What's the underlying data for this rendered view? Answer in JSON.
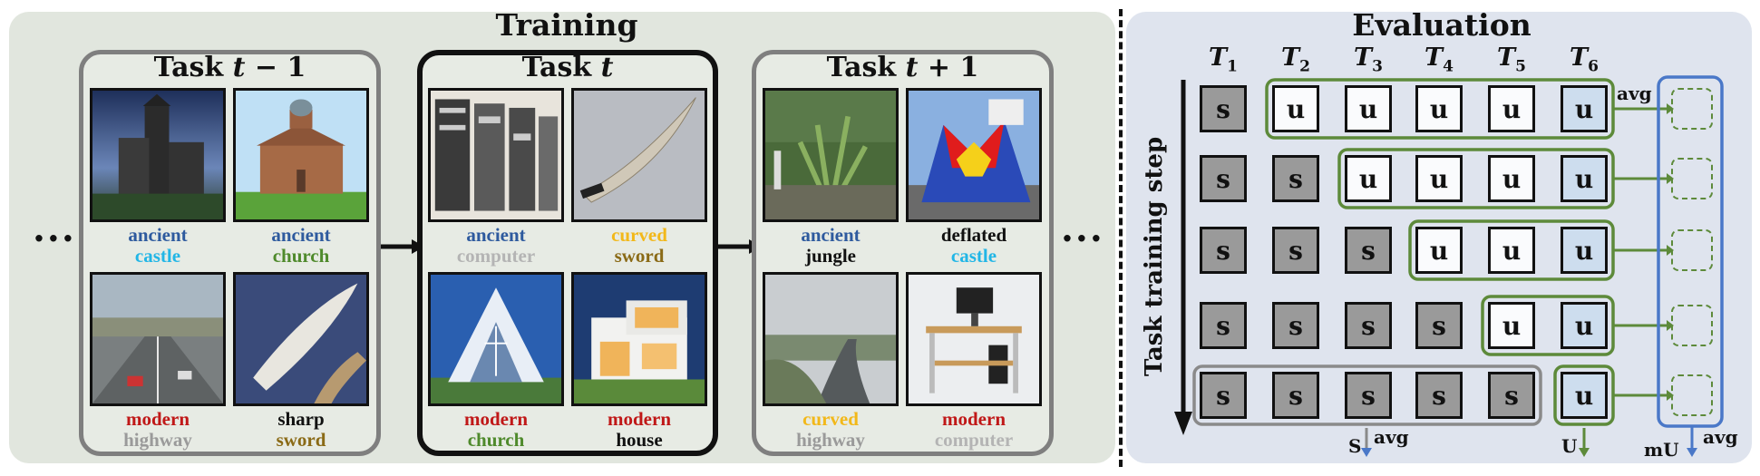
{
  "training": {
    "title": "Training",
    "dots_left": "···",
    "dots_right": "···",
    "tasks": [
      {
        "title_prefix": "Task ",
        "title_var": "t",
        "title_suffix": " − 1",
        "images": [
          {
            "line1": "ancient",
            "line2": "castle",
            "color1": "#2e5a9e",
            "color2": "#22b6e6",
            "scene": "castle"
          },
          {
            "line1": "ancient",
            "line2": "church",
            "color1": "#2e5a9e",
            "color2": "#4f8a2c",
            "scene": "church"
          },
          {
            "line1": "modern",
            "line2": "highway",
            "color1": "#c01818",
            "color2": "#9a9a9a",
            "scene": "highway"
          },
          {
            "line1": "sharp",
            "line2": "sword",
            "color1": "#111111",
            "color2": "#8a6a16",
            "scene": "blade"
          }
        ]
      },
      {
        "title_prefix": "Task ",
        "title_var": "t",
        "title_suffix": "",
        "images": [
          {
            "line1": "ancient",
            "line2": "computer",
            "color1": "#2e5a9e",
            "color2": "#b4b4b4",
            "scene": "computer_old"
          },
          {
            "line1": "curved",
            "line2": "sword",
            "color1": "#f2b81a",
            "color2": "#8a6a16",
            "scene": "sword"
          },
          {
            "line1": "modern",
            "line2": "church",
            "color1": "#c01818",
            "color2": "#4f8a2c",
            "scene": "modern_church"
          },
          {
            "line1": "modern",
            "line2": "house",
            "color1": "#c01818",
            "color2": "#111111",
            "scene": "house"
          }
        ]
      },
      {
        "title_prefix": "Task ",
        "title_var": "t",
        "title_suffix": " + 1",
        "images": [
          {
            "line1": "ancient",
            "line2": "jungle",
            "color1": "#2e5a9e",
            "color2": "#111111",
            "scene": "jungle"
          },
          {
            "line1": "deflated",
            "line2": "castle",
            "color1": "#111111",
            "color2": "#22b6e6",
            "scene": "bouncy"
          },
          {
            "line1": "curved",
            "line2": "highway",
            "color1": "#f2b81a",
            "color2": "#9a9a9a",
            "scene": "road"
          },
          {
            "line1": "modern",
            "line2": "computer",
            "color1": "#c01818",
            "color2": "#b4b4b4",
            "scene": "desk"
          }
        ]
      }
    ]
  },
  "evaluation": {
    "title": "Evaluation",
    "y_axis_label": "Task training step",
    "columns": [
      {
        "letter": "T",
        "sub": "1"
      },
      {
        "letter": "T",
        "sub": "2"
      },
      {
        "letter": "T",
        "sub": "3"
      },
      {
        "letter": "T",
        "sub": "4"
      },
      {
        "letter": "T",
        "sub": "5"
      },
      {
        "letter": "T",
        "sub": "6"
      }
    ],
    "rows": [
      [
        "s",
        "u",
        "u",
        "u",
        "u",
        "u"
      ],
      [
        "s",
        "s",
        "u",
        "u",
        "u",
        "u"
      ],
      [
        "s",
        "s",
        "s",
        "u",
        "u",
        "u"
      ],
      [
        "s",
        "s",
        "s",
        "s",
        "u",
        "u"
      ],
      [
        "s",
        "s",
        "s",
        "s",
        "s",
        "u"
      ]
    ],
    "avg_label": "avg",
    "s_label": "S",
    "u_label": "U",
    "mu_label": "mU",
    "colors": {
      "green": "#5d8a3a",
      "blue": "#4a78c8",
      "gray": "#8a8a8a"
    }
  }
}
